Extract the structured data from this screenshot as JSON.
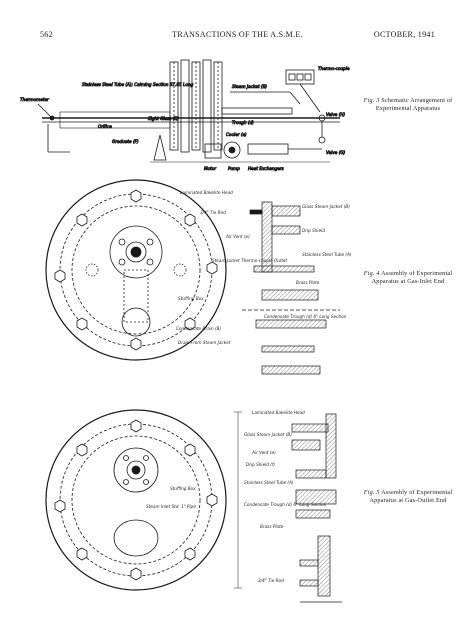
{
  "header": {
    "page_number": "562",
    "journal": "TRANSACTIONS OF THE A.S.M.E.",
    "date": "OCTOBER, 1941"
  },
  "captions": [
    {
      "number": "Fig. 3",
      "text": "Schematic Arrangement of Experimental Apparatus"
    },
    {
      "number": "Fig. 4",
      "text": "Assembly of Experimental Apparatus at Gas-Inlet End"
    },
    {
      "number": "Fig. 5",
      "text": "Assembly of Experimental Apparatus at Gas-Outlet End"
    }
  ],
  "fig3_labels": {
    "thermometer": "Thermometer",
    "tube": "Stainless Steel Tube (A); Calming Section 87.85 Long",
    "orifice": "Orifice",
    "steam_jacket": "Steam Jacket (B)",
    "trough": "Trough (d)",
    "sight_glass": "Sight Glass (C)",
    "cooler": "Cooler (e)",
    "graduate": "Graduate (F)",
    "motor": "Motor",
    "pump": "Pump",
    "heat_exchangers": "Heat Exchangers",
    "valve_h": "Valve (H)",
    "valve_g": "Valve (G)",
    "thermo_couple": "Thermo-couple"
  },
  "fig4_labels": {
    "laminated": "Laminated Bakelite Head",
    "tie_rod": "3/4\" Tie Rod",
    "air_vent": "Air Vent (e)",
    "glass_jacket": "Glass Steam-Jacket (B)",
    "drip_shield": "Drip Shield",
    "stainless_tube": "Stainless Steel Tube (A)",
    "steam_jacket_thermo": "Steam-Jacket Thermo-couple Outlet",
    "stuffing_box": "Stuffing Box",
    "brass_plate": "Brass Plate",
    "condensate_trough": "Condensate Trough (d) 6\" Long Section",
    "condensate_drain": "Condensate Drain (B)",
    "drain_steam": "Drain From Steam Jacket"
  },
  "fig5_labels": {
    "laminated": "Laminated Bakelite Head",
    "glass_jacket": "Glass Steam-Jacket (B)",
    "air_vent": "Air Vent (e)",
    "drip_shield": "Drip Shield (f)",
    "stainless_tube": "Stainless Steel Tube (A)",
    "stuffing_box": "Stuffing Box",
    "steam_inlet": "Steam Inlet Std. 1\" Pipe",
    "condensate_trough": "Condensate Trough (d) 6\" Long Section",
    "brass_plate": "Brass Plate",
    "tie_rod": "3/4\" Tie Rod"
  },
  "colors": {
    "ink": "#1a1a1a",
    "paper": "#ffffff",
    "hatch": "#333333"
  }
}
